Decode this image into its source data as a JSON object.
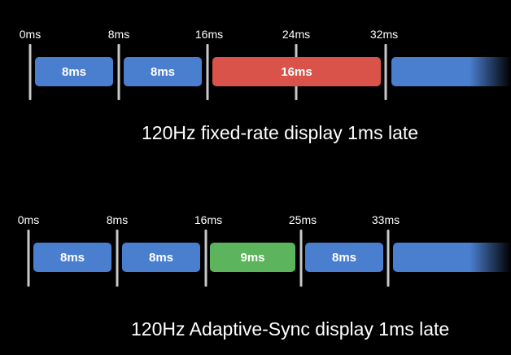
{
  "timelines": [
    {
      "caption": "120Hz fixed-rate display 1ms late",
      "ticks": [
        "0ms",
        "8ms",
        "16ms",
        "24ms",
        "32ms"
      ],
      "frames": [
        {
          "label": "8ms",
          "color": "#4a7fd0"
        },
        {
          "label": "8ms",
          "color": "#4a7fd0"
        },
        {
          "label": "16ms",
          "color": "#d9534a"
        },
        {
          "label": "",
          "color": "#4a7fd0"
        }
      ]
    },
    {
      "caption": "120Hz Adaptive-Sync display 1ms late",
      "ticks": [
        "0ms",
        "8ms",
        "16ms",
        "25ms",
        "33ms"
      ],
      "frames": [
        {
          "label": "8ms",
          "color": "#4a7fd0"
        },
        {
          "label": "8ms",
          "color": "#4a7fd0"
        },
        {
          "label": "9ms",
          "color": "#5cb55c"
        },
        {
          "label": "8ms",
          "color": "#4a7fd0"
        },
        {
          "label": "",
          "color": "#4a7fd0"
        }
      ]
    }
  ]
}
